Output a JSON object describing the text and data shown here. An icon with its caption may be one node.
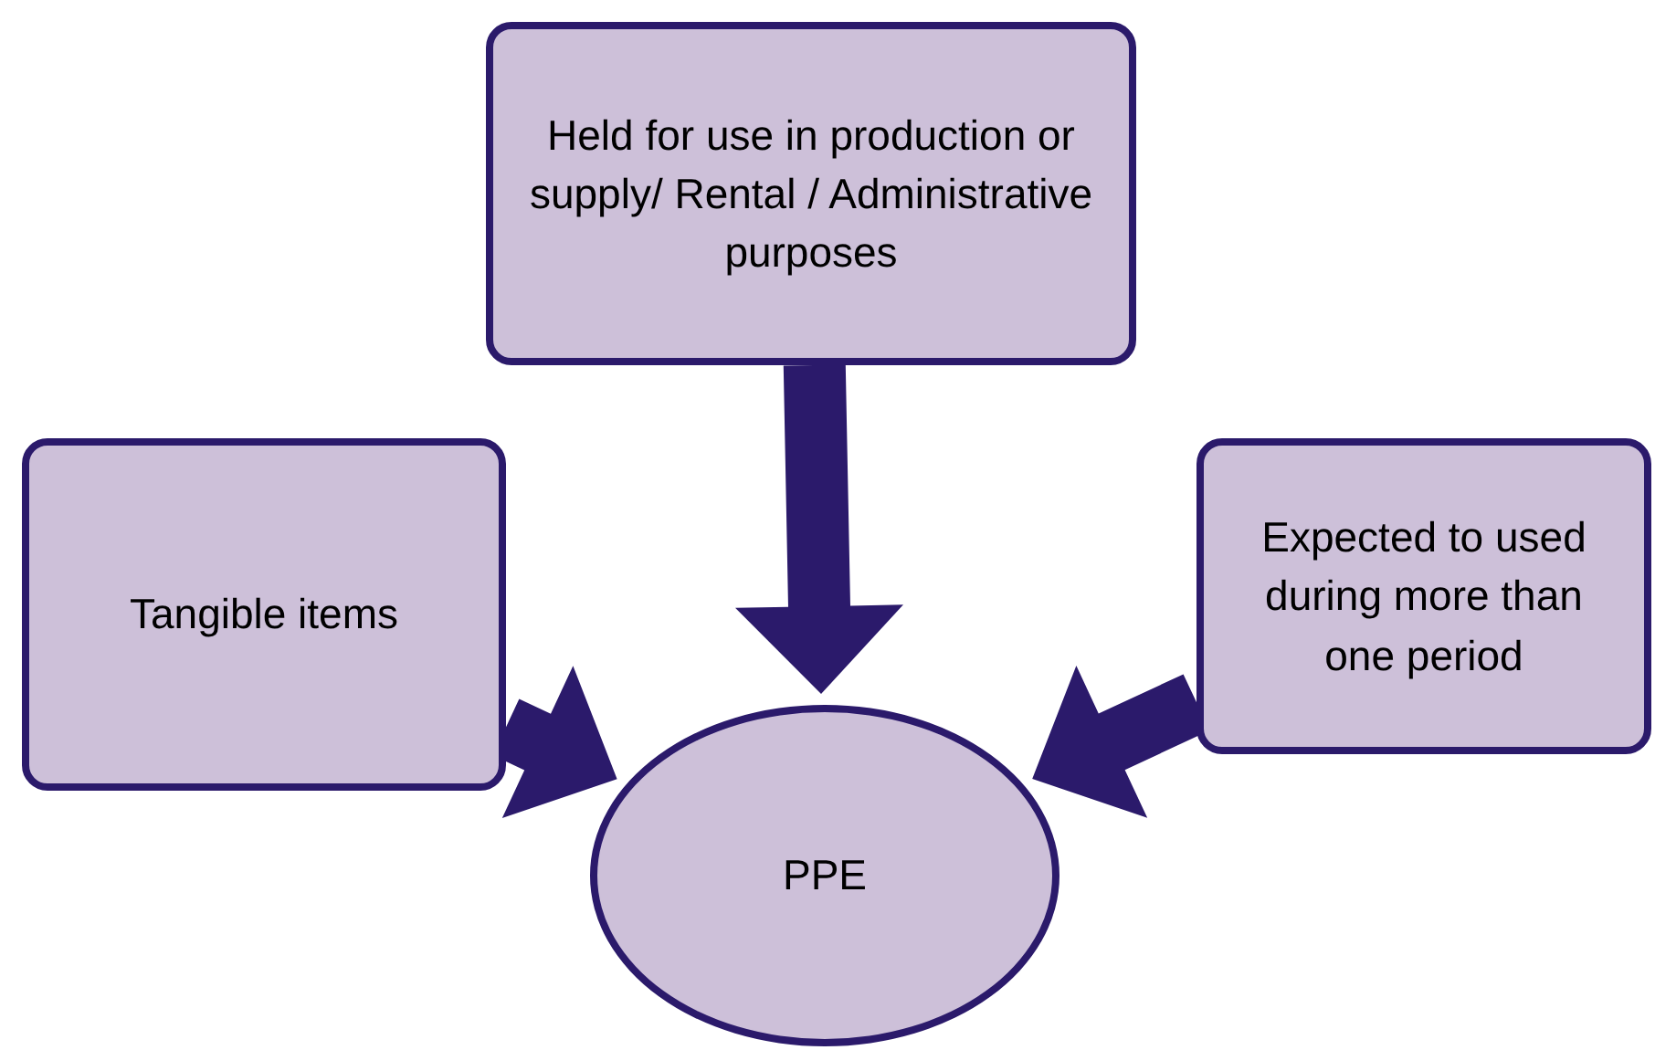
{
  "diagram": {
    "nodes": [
      {
        "text": [
          "Held for use in production or supply/ Rental / Administrative purposes"
        ]
      },
      {
        "text": [
          "Tangible items"
        ]
      },
      {
        "text": [
          "Expected to used during more than one period"
        ]
      },
      {
        "text": [
          "PPE"
        ]
      }
    ],
    "edges": [
      {
        "from": 0,
        "to": 3,
        "arrow": "to",
        "style": "thick"
      },
      {
        "from": 1,
        "to": 3,
        "arrow": "to",
        "style": "thick"
      },
      {
        "from": 2,
        "to": 3,
        "arrow": "to",
        "style": "thick"
      }
    ]
  }
}
